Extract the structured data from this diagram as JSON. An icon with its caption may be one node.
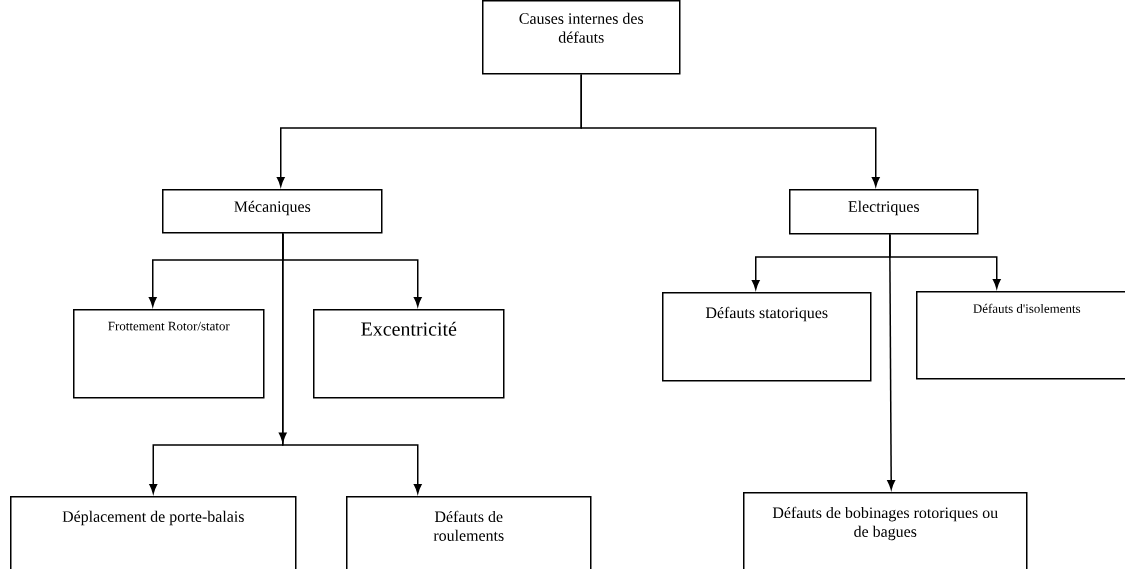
{
  "diagram": {
    "nodes": [
      {
        "text": [
          "Causes internes des défauts"
        ]
      },
      {
        "text": [
          "Mécaniques"
        ]
      },
      {
        "text": [
          "Electriques"
        ]
      },
      {
        "text": [
          "Frottement Rotor/stator"
        ]
      },
      {
        "text": [
          "Excentricité"
        ]
      },
      {
        "text": [
          "Défauts statoriques"
        ]
      },
      {
        "text": [
          "Défauts d'isolements"
        ]
      },
      {
        "text": [
          "Déplacement de porte-balais"
        ]
      },
      {
        "text": [
          "Défauts de roulements"
        ]
      },
      {
        "text": [
          "Défauts de bobinages rotoriques ou de bagues"
        ]
      }
    ],
    "edges": [
      {
        "from": 0,
        "to": 1,
        "arrow": "to"
      },
      {
        "from": 0,
        "to": 2,
        "arrow": "to"
      },
      {
        "from": 1,
        "to": 3,
        "arrow": "to"
      },
      {
        "from": 1,
        "to": 4,
        "arrow": "to"
      },
      {
        "from": 1,
        "to": 7,
        "arrow": "to"
      },
      {
        "from": 1,
        "to": 8,
        "arrow": "to"
      },
      {
        "from": 2,
        "to": 5,
        "arrow": "to"
      },
      {
        "from": 2,
        "to": 6,
        "arrow": "to"
      },
      {
        "from": 2,
        "to": 9,
        "arrow": "to"
      }
    ]
  }
}
